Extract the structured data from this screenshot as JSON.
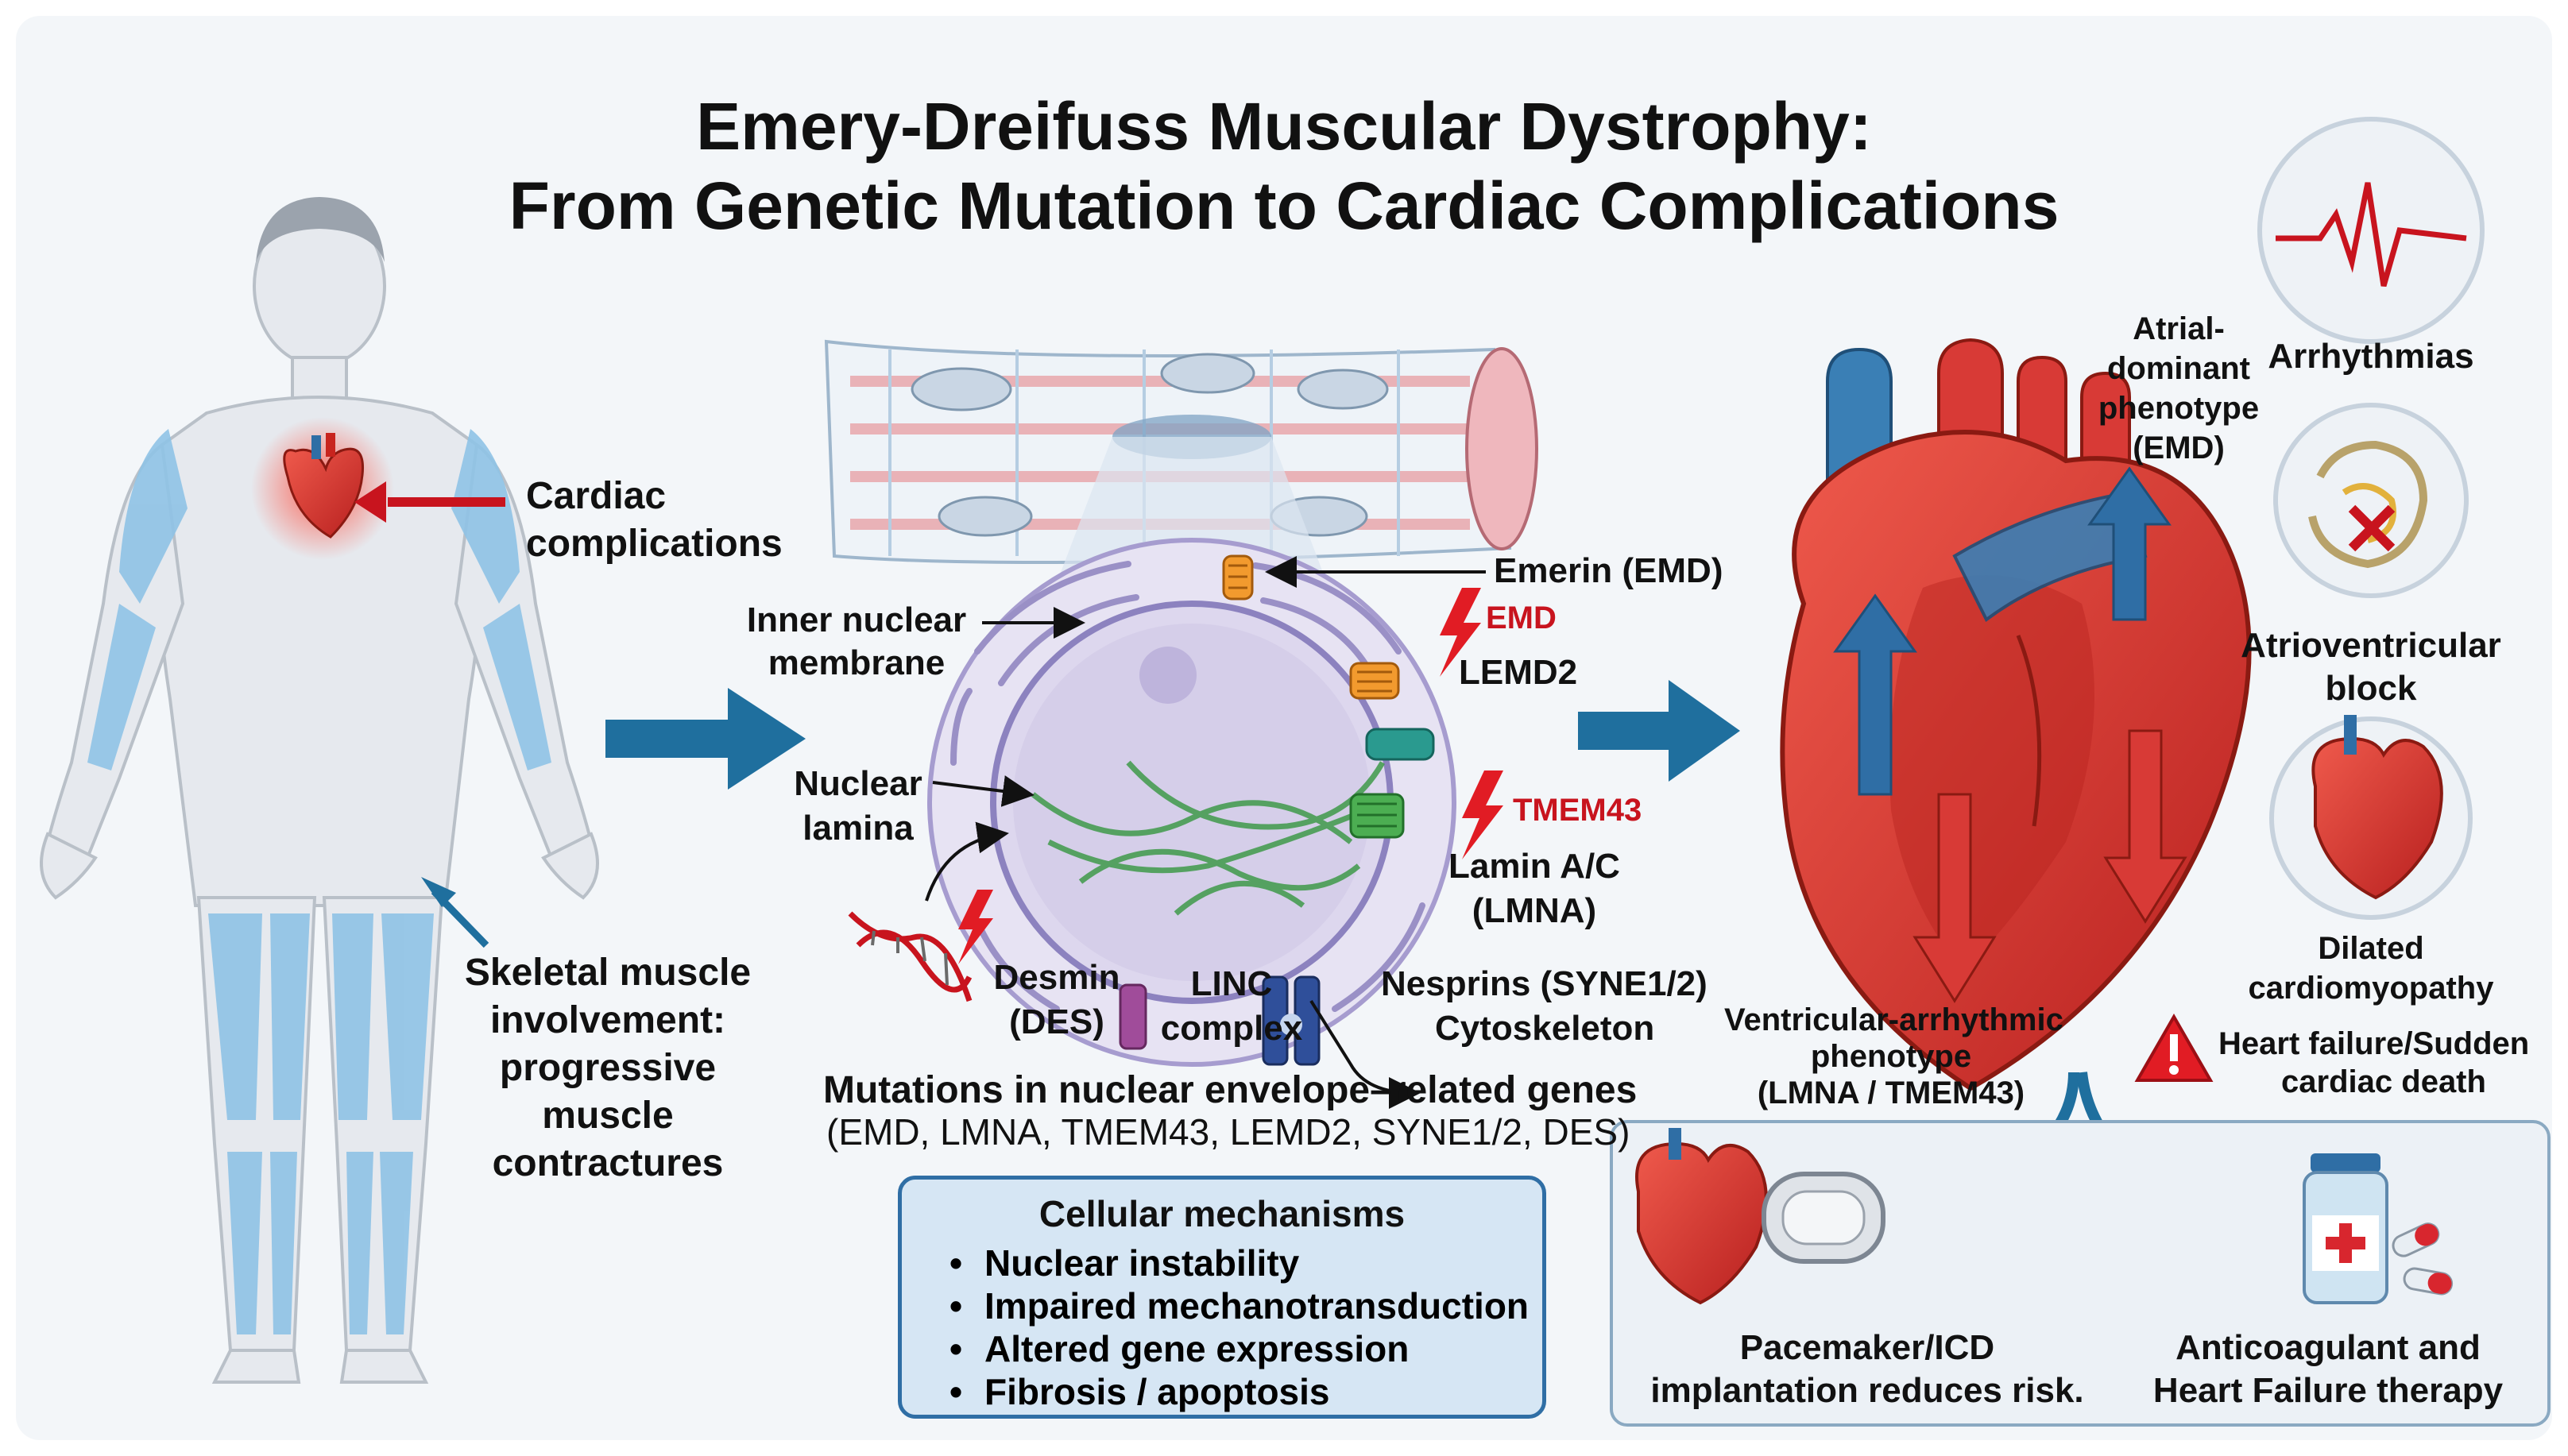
{
  "title": {
    "line1": "Emery-Dreifuss Muscular Dystrophy:",
    "line2": "From Genetic Mutation to Cardiac Complications"
  },
  "body_figure": {
    "cardiac_label_1": "Cardiac",
    "cardiac_label_2": "complications",
    "skeletal_label": [
      "Skeletal muscle",
      "involvement:",
      "progressive",
      "muscle",
      "contractures"
    ]
  },
  "nucleus": {
    "emerin": "Emerin (EMD)",
    "emd_mutation": "EMD",
    "lemd2": "LEMD2",
    "tmem43_mutation": "TMEM43",
    "lamin_1": "Lamin A/C",
    "lamin_2": "(LMNA)",
    "inner_membrane_1": "Inner nuclear",
    "inner_membrane_2": "membrane",
    "lamina_1": "Nuclear",
    "lamina_2": "lamina",
    "desmin_1": "Desmin",
    "desmin_2": "(DES)",
    "linc_1": "LINC",
    "linc_2": "complex",
    "nesprins": "Nesprins (SYNE1/2)",
    "cytoskeleton": "Cytoskeleton",
    "mutations_1": "Mutations in nuclear envelope–related genes",
    "mutations_2": "(EMD, LMNA, TMEM43, LEMD2, SYNE1/2, DES)"
  },
  "mechanisms": {
    "title": "Cellular mechanisms",
    "items": [
      "Nuclear instability",
      "Impaired mechanotransduction",
      "Altered gene expression",
      "Fibrosis / apoptosis"
    ]
  },
  "heart": {
    "atrial_1": "Atrial-",
    "atrial_2": "dominant",
    "atrial_3": "phenotype",
    "atrial_4": "(EMD)",
    "ventricular_1": "Ventricular-arrhythmic",
    "ventricular_2": "phenotype",
    "ventricular_3": "(LMNA / TMEM43)"
  },
  "complications": {
    "arrhythmias": "Arrhythmias",
    "av_block_1": "Atrioventricular",
    "av_block_2": "block",
    "dcm_1": "Dilated",
    "dcm_2": "cardiomyopathy",
    "hf_1": "Heart failure/Sudden",
    "hf_2": "cardiac death"
  },
  "treatment": {
    "pacemaker_1": "Pacemaker/ICD",
    "pacemaker_2": "implantation reduces risk.",
    "anticoag_1": "Anticoagulant and",
    "anticoag_2": "Heart Failure therapy"
  },
  "colors": {
    "muscle_blue": "#8fc3e6",
    "arrow_blue": "#1f6f9e",
    "heart_red": "#d83a36",
    "mutation_red": "#c8141e",
    "nucleus_lilac": "#cdc6e6",
    "lamina_green": "#3f9a4a"
  }
}
